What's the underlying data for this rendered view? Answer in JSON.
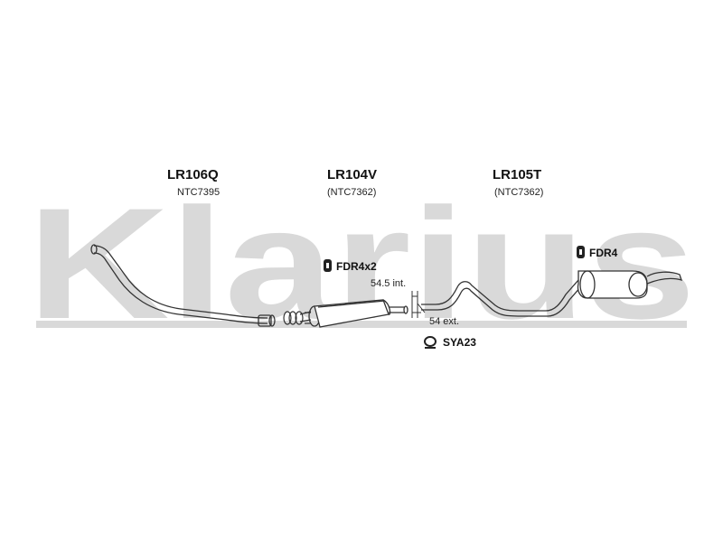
{
  "watermark": {
    "text": "Klarius",
    "color": "#d6d6d6"
  },
  "parts": [
    {
      "code": "LR106Q",
      "oe": "NTC7395"
    },
    {
      "code": "LR104V",
      "oe": "(NTC7362)"
    },
    {
      "code": "LR105T",
      "oe": "(NTC7362)"
    }
  ],
  "fittings": [
    {
      "code": "FDR4x2",
      "icon": "rubber-hanger-icon"
    },
    {
      "code": "FDR4",
      "icon": "rubber-hanger-icon"
    },
    {
      "code": "SYA23",
      "icon": "clamp-icon"
    }
  ],
  "dimensions": {
    "internal": "54.5 int.",
    "external": "54 ext."
  }
}
